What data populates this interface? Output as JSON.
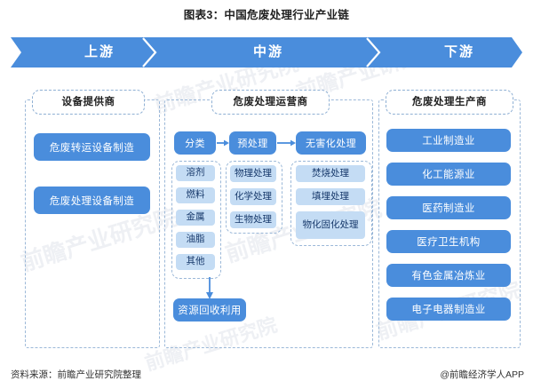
{
  "title": "图表3：中国危废处理行业产业链",
  "banner": {
    "segments": [
      {
        "label": "上游"
      },
      {
        "label": "中游"
      },
      {
        "label": "下游"
      }
    ]
  },
  "colors": {
    "primary_blue": "#4a8ddc",
    "light_blue": "#c4dcf4",
    "dashed_border": "#9bb8d8",
    "light_text": "#17396b"
  },
  "upstream": {
    "tag": "设备提供商",
    "items": [
      {
        "label": "危废转运设备制造"
      },
      {
        "label": "危废处理设备制造"
      }
    ]
  },
  "midstream": {
    "tag": "危废处理运营商",
    "stages": [
      {
        "label": "分类"
      },
      {
        "label": "预处理"
      },
      {
        "label": "无害化处理"
      }
    ],
    "classification_items": [
      {
        "label": "溶剂"
      },
      {
        "label": "燃料"
      },
      {
        "label": "金属"
      },
      {
        "label": "油脂"
      },
      {
        "label": "其他"
      }
    ],
    "pretreatment_items": [
      {
        "label": "物理处理"
      },
      {
        "label": "化学处理"
      },
      {
        "label": "生物处理"
      }
    ],
    "harmless_items": [
      {
        "label": "焚烧处理"
      },
      {
        "label": "填埋处理"
      },
      {
        "label": "物化固化处理"
      }
    ],
    "recovery": {
      "label": "资源回收利用"
    }
  },
  "downstream": {
    "tag": "危废处理生产商",
    "items": [
      {
        "label": "工业制造业"
      },
      {
        "label": "化工能源业"
      },
      {
        "label": "医药制造业"
      },
      {
        "label": "医疗卫生机构"
      },
      {
        "label": "有色金属冶炼业"
      },
      {
        "label": "电子电器制造业"
      }
    ]
  },
  "footer": {
    "source": "资料来源：前瞻产业研究院整理",
    "credit": "@前瞻经济学人APP"
  },
  "watermark": {
    "text": "前瞻产业研究院"
  }
}
